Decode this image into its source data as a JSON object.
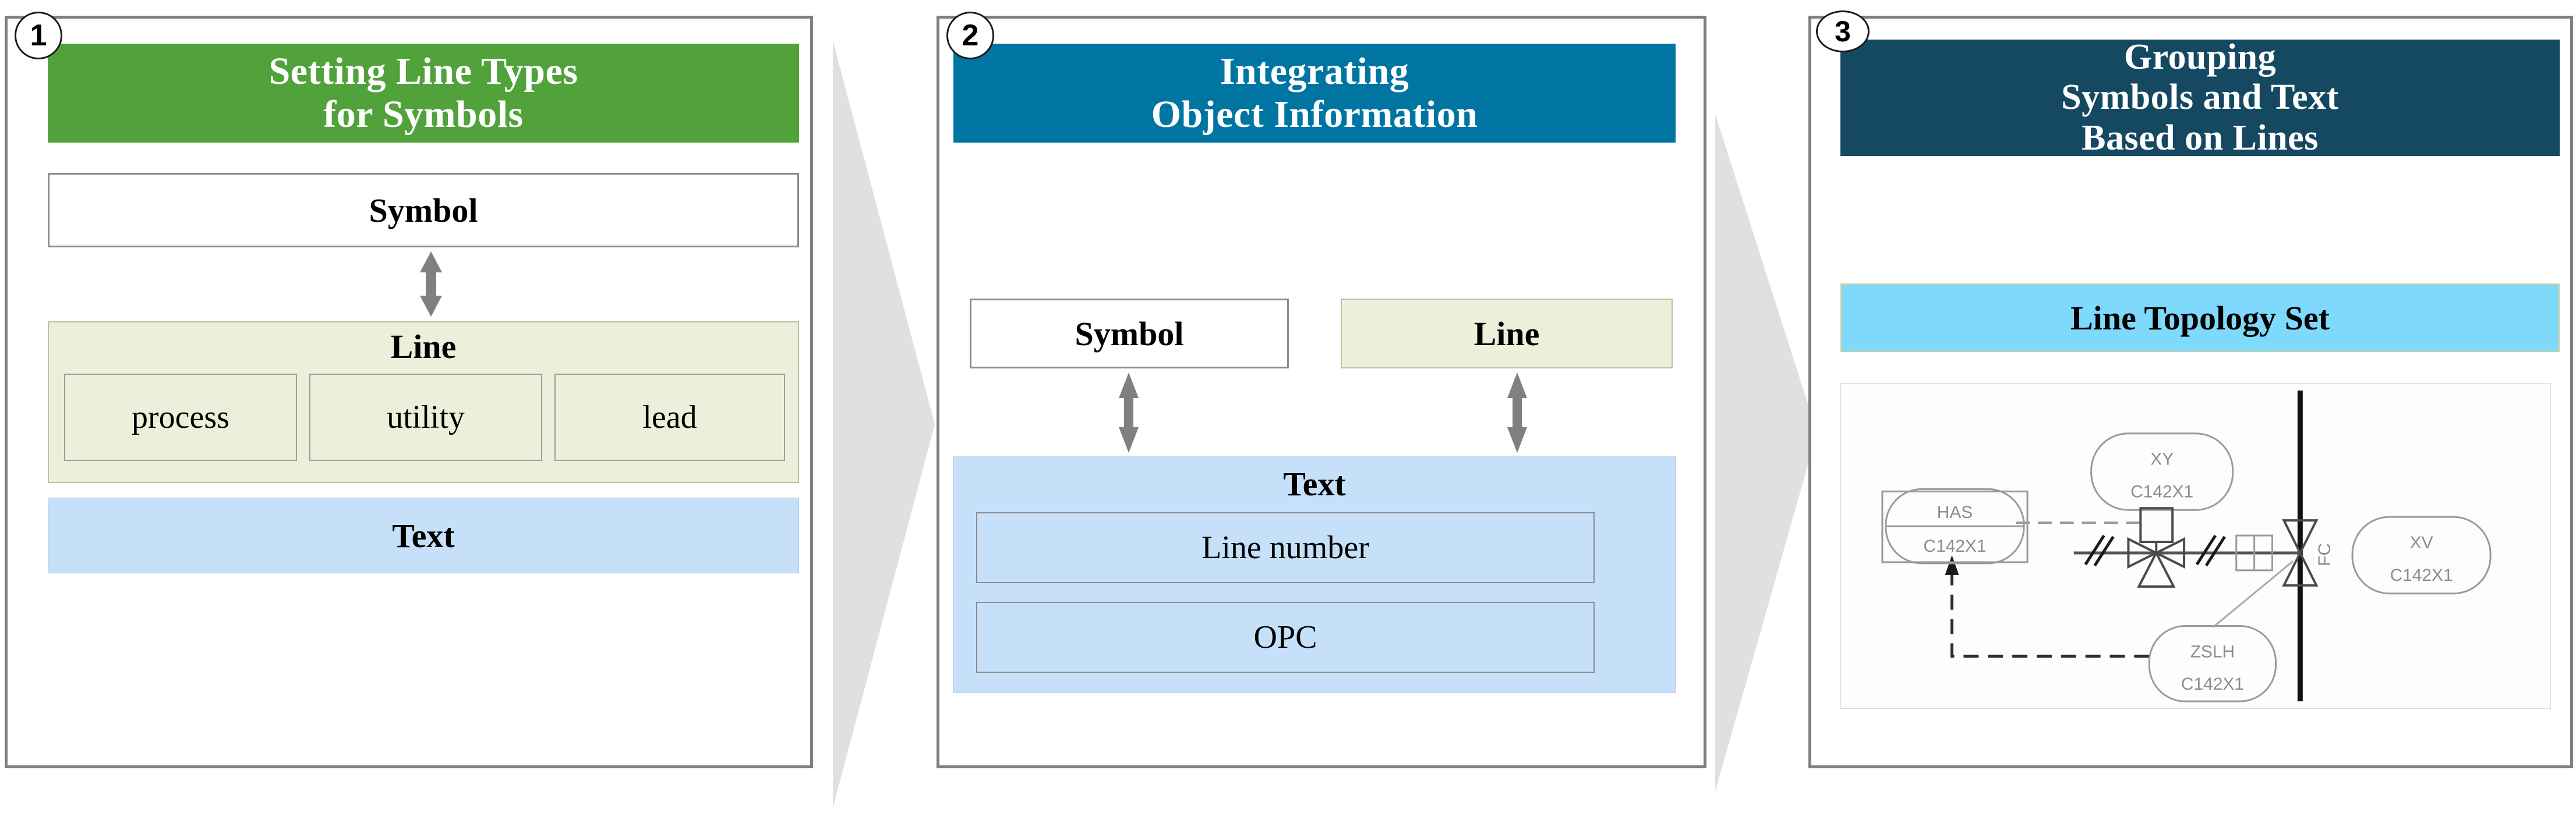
{
  "diagram": {
    "title": "Three-step P&ID object recognition workflow",
    "colors": {
      "step1_header": "#52A23C",
      "step2_header": "#0075A2",
      "step3_header": "#154861",
      "line_fill": "#EBF0DB",
      "text_fill": "#C7E0FA",
      "topology_fill": "#7FD9FB",
      "panel_border": "#7F7F7F",
      "chevron": "#E0E0E0",
      "arrow": "#808080"
    }
  },
  "steps": [
    {
      "number": "1",
      "header": "Setting Line Types\nfor Symbols",
      "symbol_label": "Symbol",
      "line_label": "Line",
      "line_types": [
        "process",
        "utility",
        "lead"
      ],
      "text_label": "Text"
    },
    {
      "number": "2",
      "header": "Integrating\nObject Information",
      "symbol_label": "Symbol",
      "line_label": "Line",
      "text_label": "Text",
      "text_items": [
        "Line number",
        "OPC"
      ]
    },
    {
      "number": "3",
      "header": "Grouping\nSymbols and Text\nBased on Lines",
      "topology_label": "Line Topology Set",
      "pid": {
        "tags": [
          {
            "id": "tag-has",
            "top": "HAS",
            "bottom": "C142X1"
          },
          {
            "id": "tag-xy",
            "top": "XY",
            "bottom": "C142X1"
          },
          {
            "id": "tag-zslh",
            "top": "ZSLH",
            "bottom": "C142X1"
          },
          {
            "id": "tag-xv",
            "top": "XV",
            "bottom": "C142X1"
          }
        ],
        "valve_annotation": "FC"
      }
    }
  ]
}
